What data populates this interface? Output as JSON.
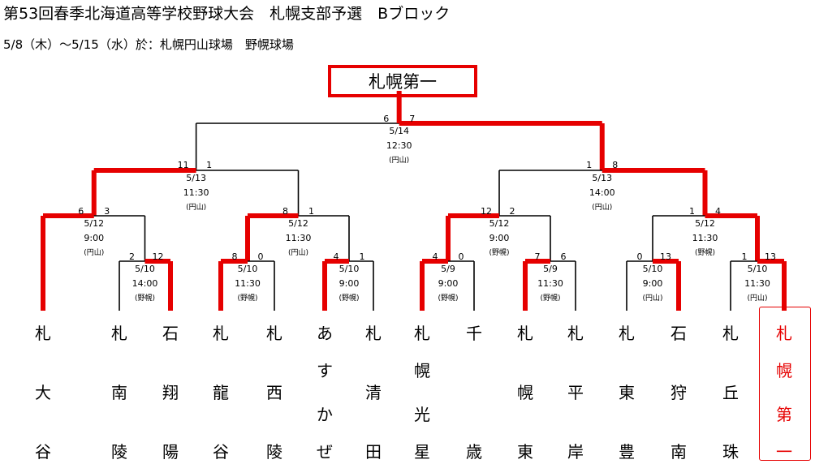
{
  "header": {
    "title": "第53回春季北海道高等学校野球大会　札幌支部予選　Bブロック",
    "subtitle": "5/8（木）〜5/15（水）於：札幌円山球場　野幌球場"
  },
  "champion": "札幌第一",
  "matches": [
    {
      "id": "final",
      "date": "5/14",
      "time": "12:30",
      "venue": "(円山)",
      "score_left": "6",
      "score_right": "7"
    },
    {
      "id": "sf1",
      "date": "5/13",
      "time": "11:30",
      "venue": "(円山)",
      "score_left": "11",
      "score_right": "1"
    },
    {
      "id": "sf2",
      "date": "5/13",
      "time": "14:00",
      "venue": "(円山)",
      "score_left": "1",
      "score_right": "8"
    },
    {
      "id": "qf1",
      "date": "5/12",
      "time": "9:00",
      "venue": "(円山)",
      "score_left": "6",
      "score_right": "3"
    },
    {
      "id": "qf2",
      "date": "5/12",
      "time": "11:30",
      "venue": "(円山)",
      "score_left": "8",
      "score_right": "1"
    },
    {
      "id": "qf3",
      "date": "5/12",
      "time": "9:00",
      "venue": "(野幌)",
      "score_left": "12",
      "score_right": "2"
    },
    {
      "id": "qf4",
      "date": "5/12",
      "time": "11:30",
      "venue": "(野幌)",
      "score_left": "1",
      "score_right": "4"
    },
    {
      "id": "r1",
      "date": "5/10",
      "time": "14:00",
      "venue": "(野幌)",
      "score_left": "2",
      "score_right": "12"
    },
    {
      "id": "r2",
      "date": "5/10",
      "time": "11:30",
      "venue": "(野幌)",
      "score_left": "8",
      "score_right": "0"
    },
    {
      "id": "r3",
      "date": "5/10",
      "time": "9:00",
      "venue": "(野幌)",
      "score_left": "4",
      "score_right": "1"
    },
    {
      "id": "r4",
      "date": "5/9",
      "time": "9:00",
      "venue": "(野幌)",
      "score_left": "4",
      "score_right": "0"
    },
    {
      "id": "r5",
      "date": "5/9",
      "time": "11:30",
      "venue": "(野幌)",
      "score_left": "7",
      "score_right": "6"
    },
    {
      "id": "r6",
      "date": "5/10",
      "time": "9:00",
      "venue": "(円山)",
      "score_left": "0",
      "score_right": "13"
    },
    {
      "id": "r7",
      "date": "5/10",
      "time": "11:30",
      "venue": "(円山)",
      "score_left": "1",
      "score_right": "13"
    }
  ],
  "teams": [
    [
      "札",
      "大",
      "谷"
    ],
    [
      "札",
      "南",
      "陵"
    ],
    [
      "石",
      "翔",
      "陽"
    ],
    [
      "札",
      "龍",
      "谷"
    ],
    [
      "札",
      "西",
      "陵"
    ],
    [
      "あ",
      "す",
      "か",
      "ぜ"
    ],
    [
      "札",
      "清",
      "田"
    ],
    [
      "札",
      "幌",
      "光",
      "星"
    ],
    [
      "千",
      "歳"
    ],
    [
      "札",
      "幌",
      "東"
    ],
    [
      "札",
      "平",
      "岸"
    ],
    [
      "札",
      "東",
      "豊"
    ],
    [
      "石",
      "狩",
      "南"
    ],
    [
      "札",
      "丘",
      "珠"
    ],
    [
      "札",
      "幌",
      "第",
      "一"
    ]
  ]
}
